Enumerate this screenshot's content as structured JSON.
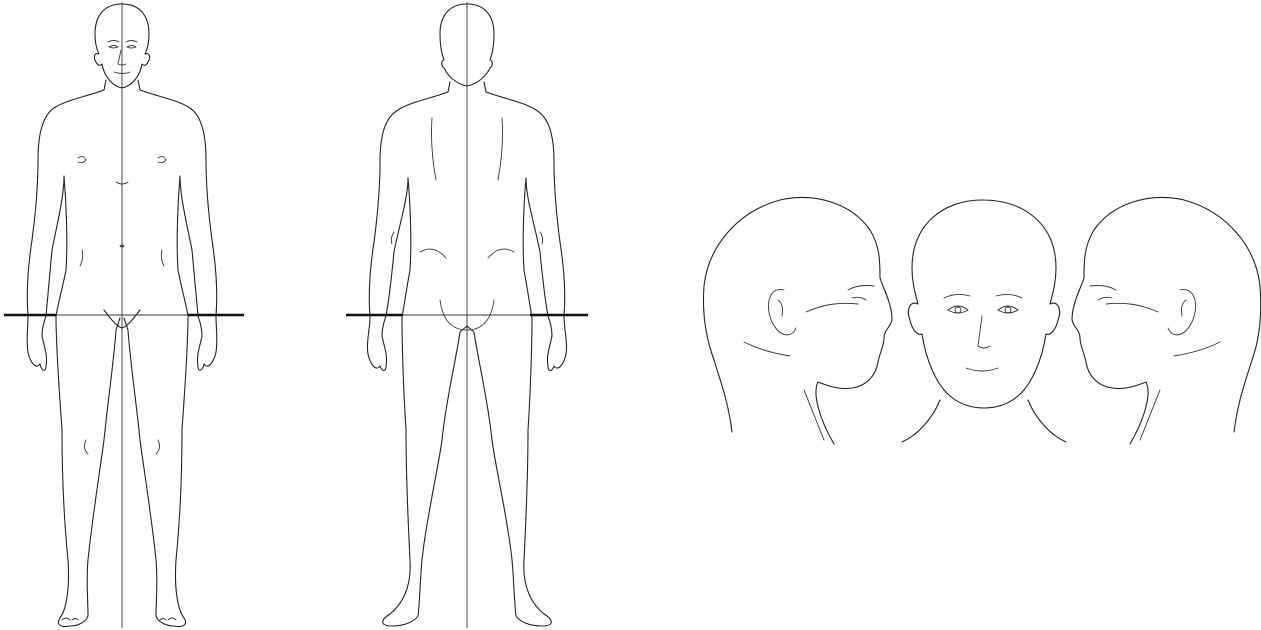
{
  "figure": {
    "panels": [
      "body-front",
      "body-back",
      "head-right-profile",
      "head-front",
      "head-left-profile"
    ]
  },
  "colors": {
    "background": "#ffffff",
    "line": "#222222"
  }
}
